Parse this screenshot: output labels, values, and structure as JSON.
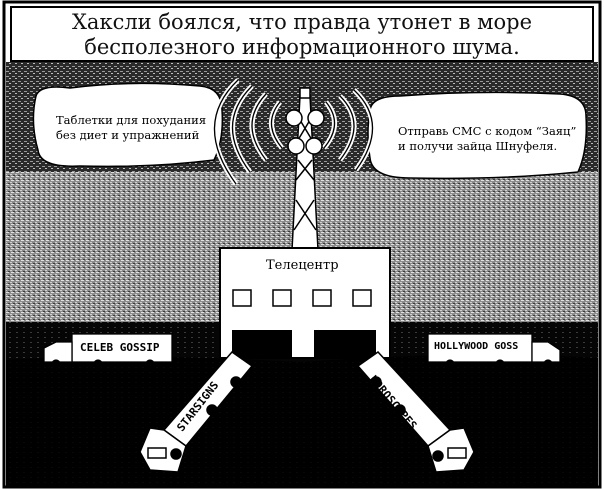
{
  "caption": {
    "line1": "Хаксли боялся, что правда утонет в море",
    "line2": "бесполезного информационного шума."
  },
  "ads": {
    "left": {
      "line1": "Таблетки для похудания",
      "line2": "без диет и упражнений"
    },
    "right": {
      "line1": "Отправь СМС с кодом “Заяц”",
      "line2": "и получи зайца Шнуфеля."
    }
  },
  "building": {
    "label": "Телецентр"
  },
  "trucks": {
    "left_far": "CELEB GOSSIP",
    "right_far": "HOLLYWOOD GOSS",
    "left_near": "STARSIGNS",
    "right_near": "HOROSCOPES"
  },
  "colors": {
    "ink": "#000000",
    "paper": "#ffffff",
    "noise": "#6b6b6b"
  }
}
